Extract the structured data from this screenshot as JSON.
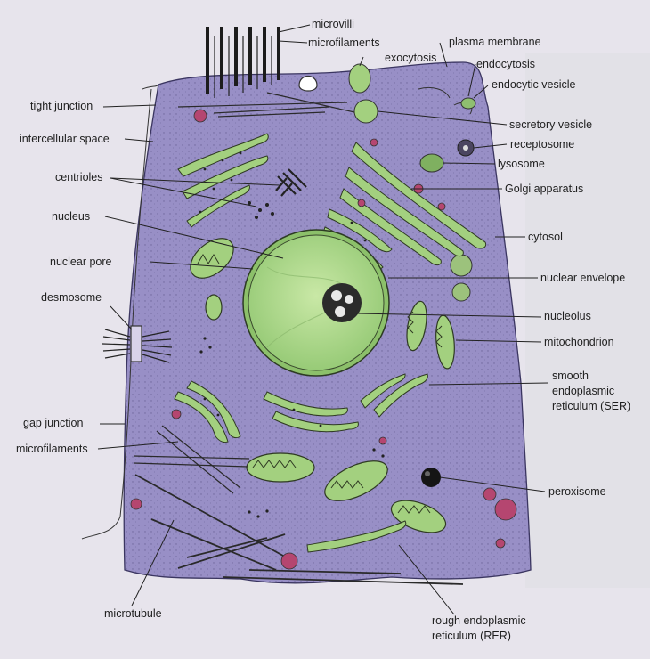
{
  "labels": {
    "microvilli": "microvilli",
    "microfilaments_top": "microfilaments",
    "plasma_membrane": "plasma membrane",
    "exocytosis": "exocytosis",
    "endocytosis": "endocytosis",
    "endocytic_vesicle": "endocytic vesicle",
    "tight_junction": "tight junction",
    "secretory_vesicle": "secretory vesicle",
    "intercellular_space": "intercellular space",
    "receptosome": "receptosome",
    "centrioles": "centrioles",
    "lysosome": "lysosome",
    "golgi_apparatus": "Golgi apparatus",
    "nucleus": "nucleus",
    "cytosol": "cytosol",
    "nuclear_pore": "nuclear pore",
    "nuclear_envelope": "nuclear envelope",
    "desmosome": "desmosome",
    "nucleolus": "nucleolus",
    "mitochondrion": "mitochondrion",
    "ser_line1": "smooth",
    "ser_line2": "endoplasmic",
    "ser_line3": "reticulum (SER)",
    "gap_junction": "gap junction",
    "microfilaments_bottom": "microfilaments",
    "peroxisome": "peroxisome",
    "microtubule": "microtubule",
    "rer_line1": "rough  endoplasmic",
    "rer_line2": "reticulum (RER)"
  },
  "colors": {
    "cytoplasm": "#9a90c6",
    "nucleus": "#b4dd8e",
    "organelle_green": "#a3d07f",
    "lysosome_pink": "#b54670",
    "peroxisome": "#151515",
    "line": "#222222"
  }
}
